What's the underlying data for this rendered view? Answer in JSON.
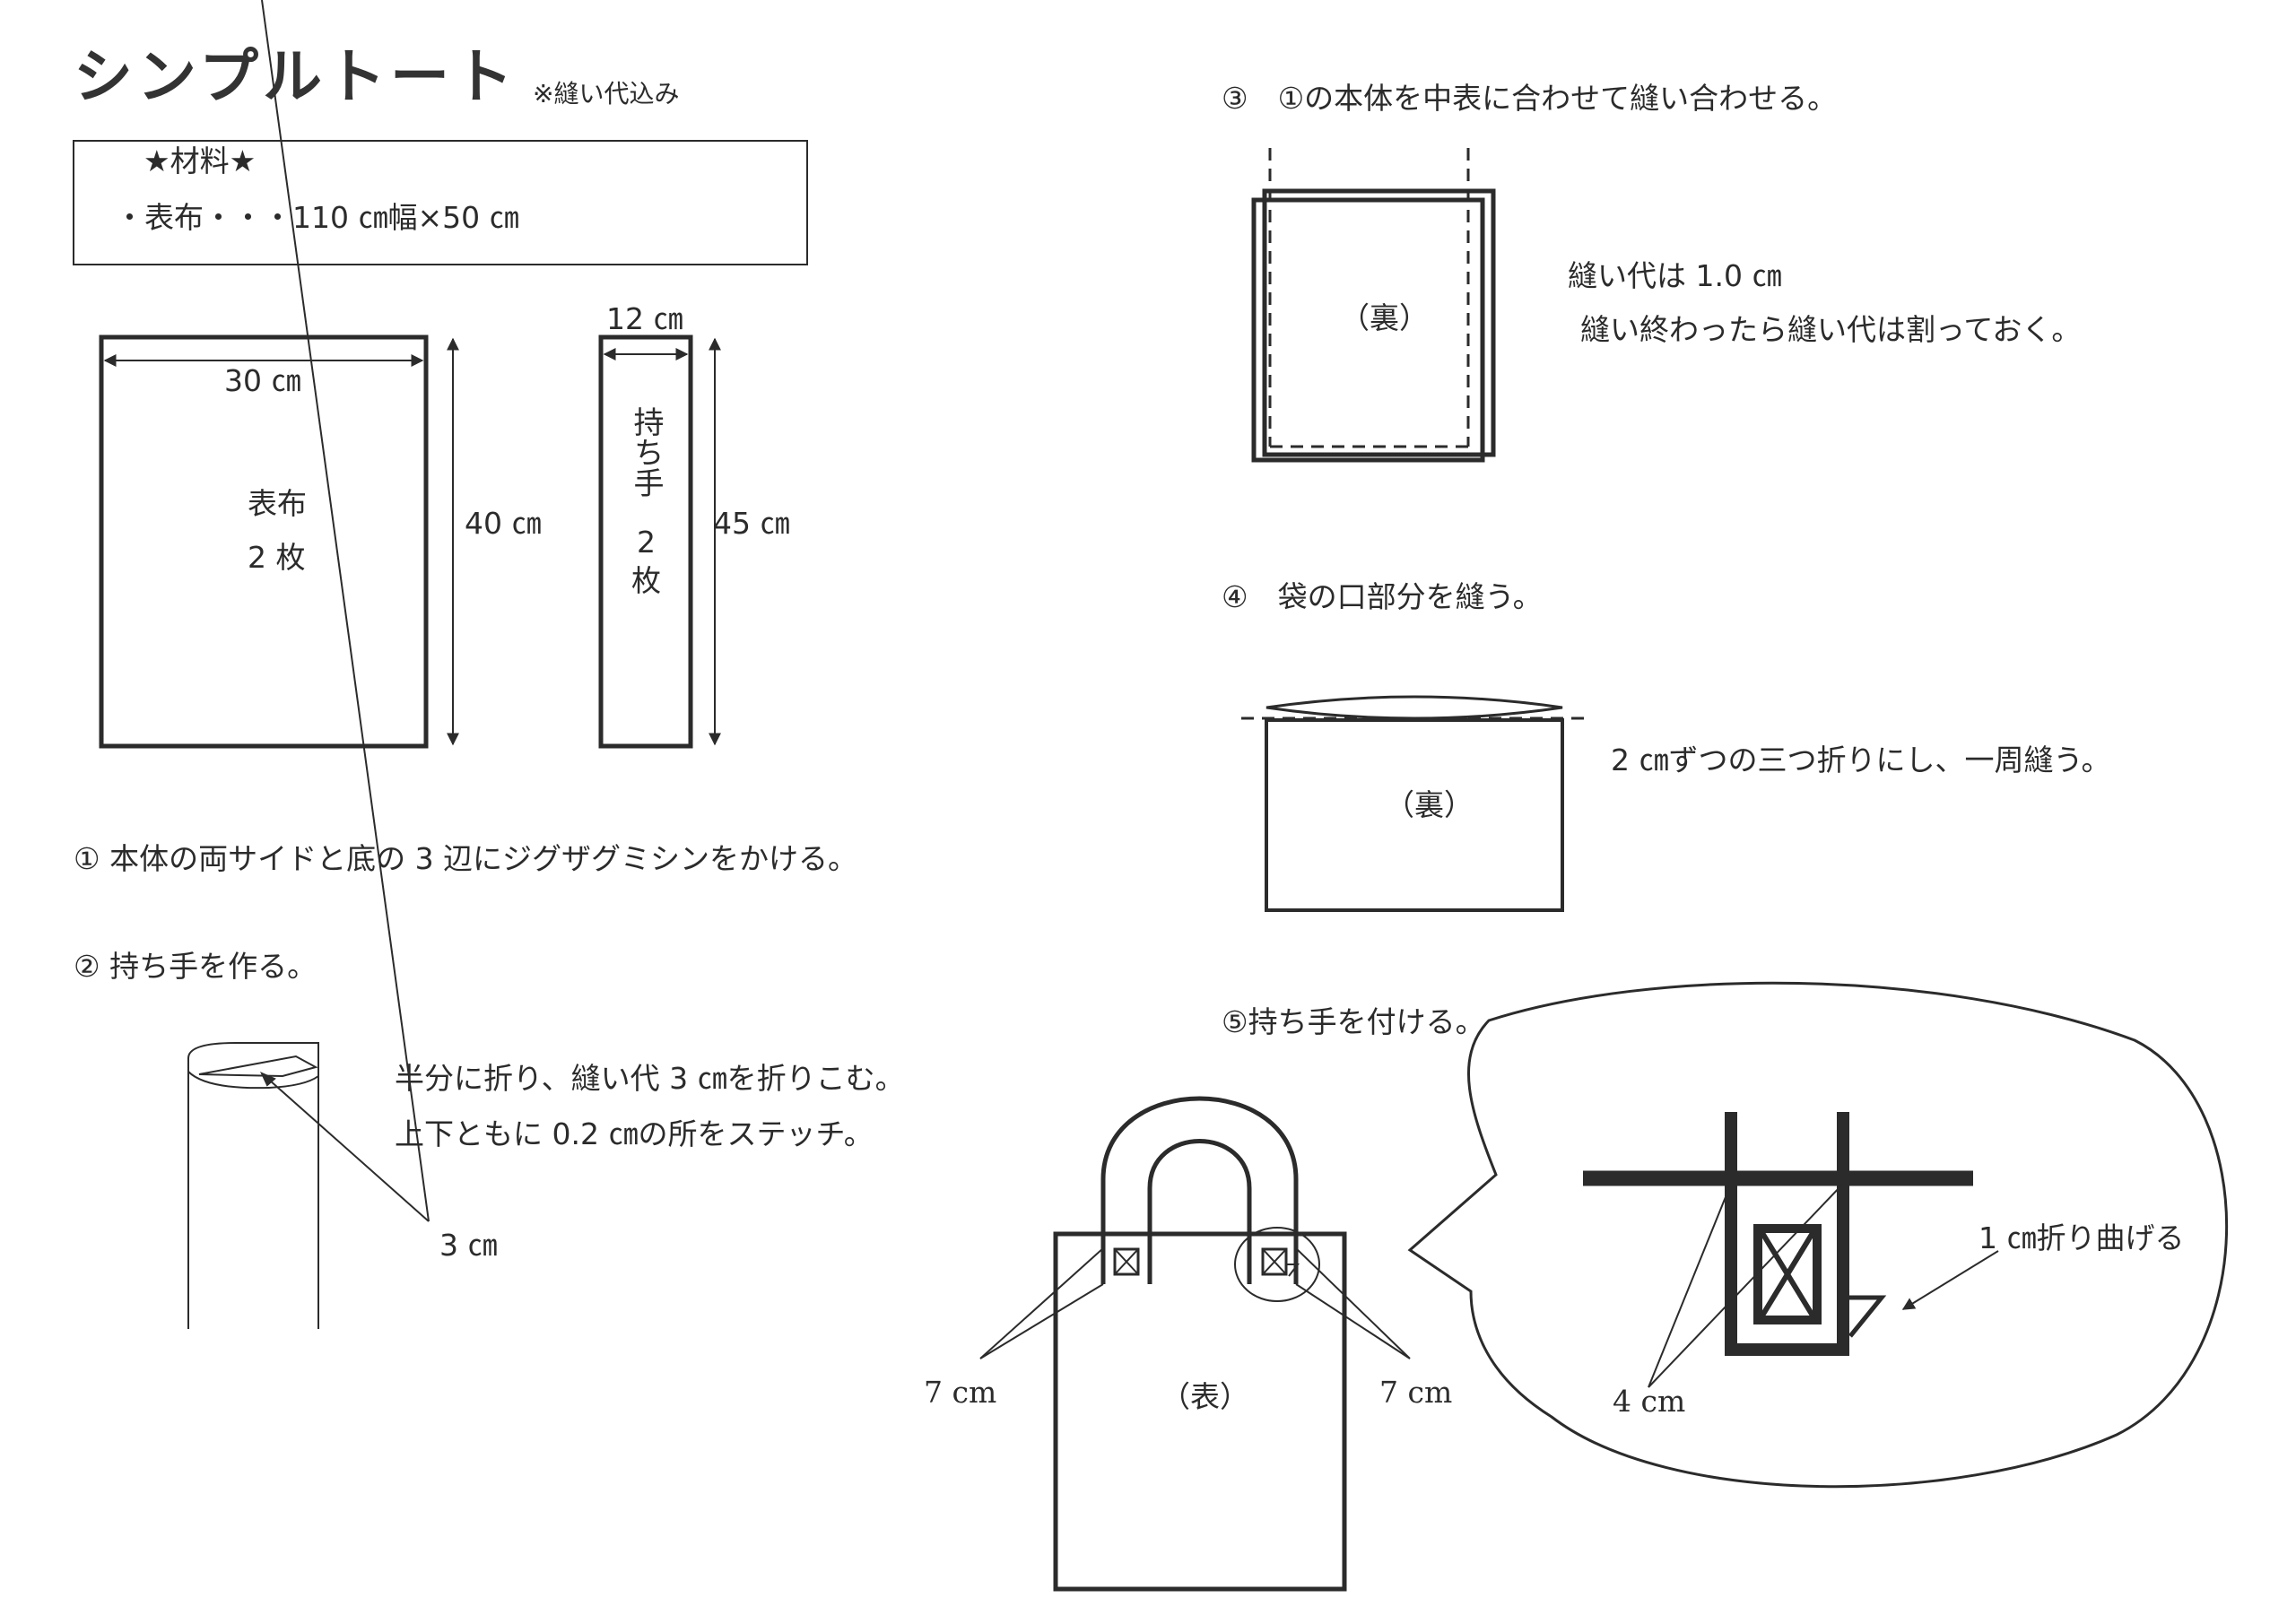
{
  "title": "シンプルトート",
  "title_note": "※縫い代込み",
  "materials": {
    "heading": "★材料★",
    "item": "・表布・・・110 ㎝幅×50 ㎝"
  },
  "patterns": {
    "body": {
      "width": "30 ㎝",
      "height": "40 ㎝",
      "label_1": "表布",
      "label_2": "2 枚"
    },
    "handle": {
      "width": "12 ㎝",
      "height": "45 ㎝",
      "label": "持ち手",
      "count": "2",
      "count_unit": "枚"
    }
  },
  "steps": {
    "s1": "①  本体の両サイドと底の 3 辺にジグザグミシンをかける。",
    "s2": "②  持ち手を作る。",
    "s2_note_1": "半分に折り、縫い代 3 ㎝を折りこむ。",
    "s2_note_2": "上下ともに 0.2 ㎝の所をステッチ。",
    "s2_dim": "3 ㎝",
    "s3": "③　①の本体を中表に合わせて縫い合わせる。",
    "s3_label": "（裏）",
    "s3_note_1": "縫い代は 1.0 ㎝",
    "s3_note_2": "縫い終わったら縫い代は割っておく。",
    "s4": "④　袋の口部分を縫う。",
    "s4_label": "（裏）",
    "s4_note": "2 ㎝ずつの三つ折りにし、一周縫う。",
    "s5": "⑤持ち手を付ける。",
    "s5_label": "（表）",
    "s5_left_dim": "7 cm",
    "s5_right_dim": "7 cm",
    "s5_fold_note": "1 ㎝折り曲げる",
    "s5_handle_dim": "4 cm"
  },
  "colors": {
    "ink": "#2b2b2b"
  }
}
